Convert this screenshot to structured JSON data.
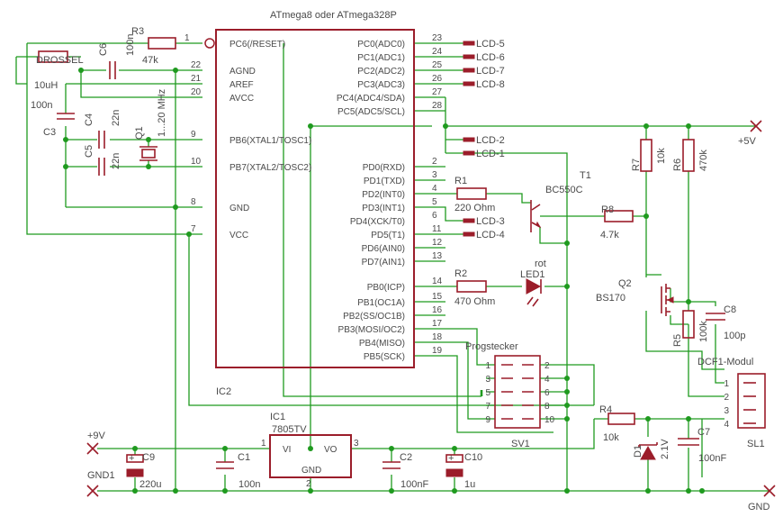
{
  "title": "ATmega8 oder ATmega328P",
  "ic2": {
    "name": "IC2",
    "left_pins": [
      {
        "num": "1",
        "label": "PC6(/RESET)"
      },
      {
        "num": "22",
        "label": "AGND"
      },
      {
        "num": "21",
        "label": "AREF"
      },
      {
        "num": "20",
        "label": "AVCC"
      },
      {
        "num": "9",
        "label": "PB6(XTAL1/TOSC1)"
      },
      {
        "num": "10",
        "label": "PB7(XTAL2/TOSC2)"
      },
      {
        "num": "8",
        "label": "GND"
      },
      {
        "num": "7",
        "label": "VCC"
      }
    ],
    "right_pins": [
      {
        "num": "23",
        "label": "PC0(ADC0)"
      },
      {
        "num": "24",
        "label": "PC1(ADC1)"
      },
      {
        "num": "25",
        "label": "PC2(ADC2)"
      },
      {
        "num": "26",
        "label": "PC3(ADC3)"
      },
      {
        "num": "27",
        "label": "PC4(ADC4/SDA)"
      },
      {
        "num": "28",
        "label": "PC5(ADC5/SCL)"
      },
      {
        "num": "2",
        "label": "PD0(RXD)"
      },
      {
        "num": "3",
        "label": "PD1(TXD)"
      },
      {
        "num": "4",
        "label": "PD2(INT0)"
      },
      {
        "num": "5",
        "label": "PD3(INT1)"
      },
      {
        "num": "6",
        "label": "PD4(XCK/T0)"
      },
      {
        "num": "11",
        "label": "PD5(T1)"
      },
      {
        "num": "12",
        "label": "PD6(AIN0)"
      },
      {
        "num": "13",
        "label": "PD7(AIN1)"
      },
      {
        "num": "14",
        "label": "PB0(ICP)"
      },
      {
        "num": "15",
        "label": "PB1(OC1A)"
      },
      {
        "num": "16",
        "label": "PB2(SS/OC1B)"
      },
      {
        "num": "17",
        "label": "PB3(MOSI/OC2)"
      },
      {
        "num": "18",
        "label": "PB4(MISO)"
      },
      {
        "num": "19",
        "label": "PB5(SCK)"
      }
    ]
  },
  "lcd": [
    "LCD-5",
    "LCD-6",
    "LCD-7",
    "LCD-8",
    "LCD-2",
    "LCD-1",
    "LCD-3",
    "LCD-4"
  ],
  "parts": {
    "r3_name": "R3",
    "r3_value": "47k",
    "c6_name": "C6",
    "c6_value": "100n",
    "drossel_name": "DROSSEL",
    "drossel_value": "10uH",
    "c4_name": "C4",
    "c4_value": "22n",
    "c3_name": "C3",
    "c3_value": "100n",
    "c5_name": "C5",
    "c5_value": "22n",
    "q1_name": "Q1",
    "q1_value": "1...20 MHz",
    "r1_name": "R1",
    "r1_value": "220 Ohm",
    "t1_name": "T1",
    "t1_value": "BC550C",
    "r8_name": "R8",
    "r8_value": "4.7k",
    "r2_name": "R2",
    "r2_value": "470 Ohm",
    "led1_name": "LED1",
    "led1_value": "rot",
    "r7_name": "R7",
    "r7_value": "10k",
    "r6_name": "R6",
    "r6_value": "470k",
    "q2_name": "Q2",
    "q2_value": "BS170",
    "c8_name": "C8",
    "c8_value": "100p",
    "r5_name": "R5",
    "r5_value": "100k",
    "dcf_name": "DCF1-Modul",
    "sl1_name": "SL1",
    "prog_name": "Progstecker",
    "sv1_name": "SV1",
    "r4_name": "R4",
    "r4_value": "10k",
    "d1_name": "D1",
    "d1_value": "2.1V",
    "c7_name": "C7",
    "c7_value": "100nF",
    "ic1_name": "IC1",
    "ic1_value": "7805TV",
    "ic1_vi": "VI",
    "ic1_vo": "VO",
    "ic1_gnd": "GND",
    "ic1_pin1": "1",
    "ic1_pin2": "2",
    "ic1_pin3": "3",
    "c1_name": "C1",
    "c1_value": "100n",
    "c2_name": "C2",
    "c2_value": "100nF",
    "c9_name": "C9",
    "c9_value": "220u",
    "c10_name": "C10",
    "c10_value": "1u",
    "plus9": "+9V",
    "plus5": "+5V",
    "gnd1": "GND1",
    "gnd": "GND"
  },
  "sv1_pins": [
    "1",
    "2",
    "3",
    "4",
    "5",
    "6",
    "7",
    "8",
    "9",
    "10"
  ],
  "sl1_pins": [
    "1",
    "2",
    "3",
    "4"
  ],
  "colors": {
    "wire": "#1f9a1f",
    "part": "#9b1d2a",
    "text": "#4a4a4a",
    "background": "#ffffff"
  }
}
